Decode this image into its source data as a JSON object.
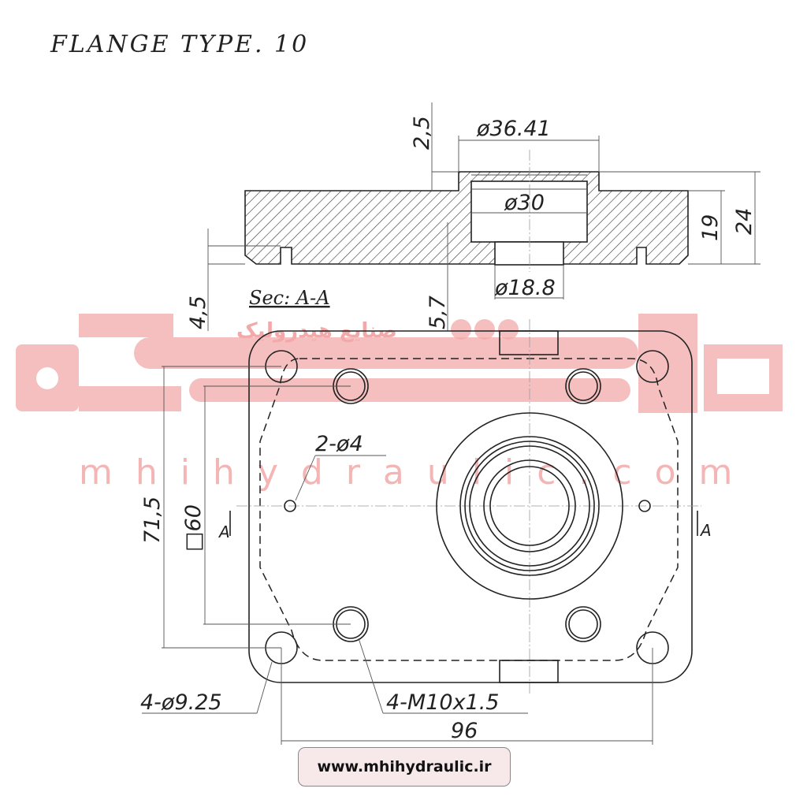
{
  "title": "FLANGE TYPE. 10",
  "section_label": "Sec: A-A",
  "dimensions": {
    "d_36_41": "ø36.41",
    "d_30": "ø30",
    "d_18_8": "ø18.8",
    "h_2_5": "2,5",
    "h_19": "19",
    "h_24": "24",
    "h_4_5": "4,5",
    "h_5_7": "5,7",
    "pin_holes": "2-ø4",
    "v_71_5": "71,5",
    "sq_60": "□60",
    "bolt_holes": "4-ø9.25",
    "thread": "4-M10x1.5",
    "w_96": "96",
    "section_mark_left": "A",
    "section_mark_right": "A"
  },
  "watermark": {
    "brand_fa": "صنایع هیدرولیک",
    "url": "mhihydraulic.com",
    "color": "#f3a9a9"
  },
  "badge": {
    "url": "www.mhihydraulic.ir"
  }
}
